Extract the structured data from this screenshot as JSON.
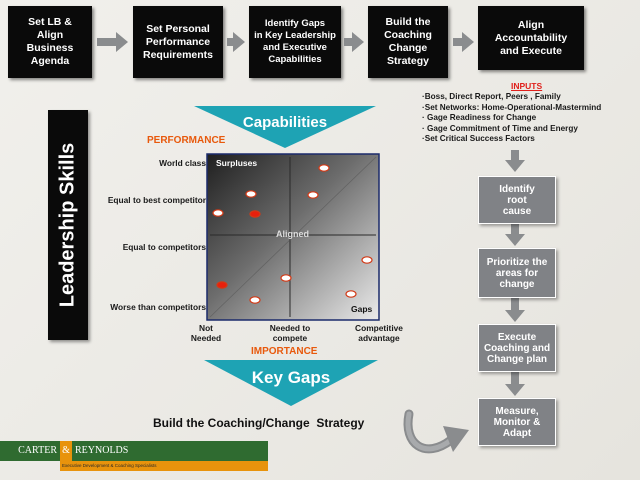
{
  "top_steps": [
    {
      "lines": [
        "Set LB &",
        "Align",
        "Business",
        "Agenda"
      ]
    },
    {
      "lines": [
        "Set Personal",
        "Performance",
        "Requirements"
      ]
    },
    {
      "lines": [
        "Identify Gaps",
        "in Key Leadership",
        "and Executive",
        "Capabilities"
      ]
    },
    {
      "lines": [
        "Build the",
        "Coaching",
        "Change",
        "Strategy"
      ]
    },
    {
      "lines": [
        "Align",
        "Accountability",
        "and Execute"
      ]
    }
  ],
  "inputs": {
    "title": "INPUTS",
    "items": [
      "·Boss, Direct Report,  Peers , Family",
      "·Set Networks: Home-Operational-Mastermind",
      "· Gage Readiness for Change",
      "· Gage Commitment of Time and Energy",
      "·Set Critical Success Factors"
    ]
  },
  "side_steps": [
    {
      "lines": [
        "Identify",
        "root",
        "cause"
      ]
    },
    {
      "lines": [
        "Prioritize the",
        "areas for",
        "change"
      ]
    },
    {
      "lines": [
        "Execute",
        "Coaching and",
        "Change plan"
      ]
    },
    {
      "lines": [
        "Measure,",
        "Monitor &",
        "Adapt"
      ]
    }
  ],
  "capabilities_label": "Capabilities",
  "key_gaps_label": "Key Gaps",
  "leadership_skills_label": "Leadership Skills",
  "performance_label": "PERFORMANCE",
  "importance_label": "IMPORTANCE",
  "y_levels": [
    "World class",
    "Equal to best competitor",
    "Equal to competitors",
    "Worse than competitors"
  ],
  "x_levels": [
    {
      "lines": [
        "Not",
        "Needed"
      ]
    },
    {
      "lines": [
        "Needed to",
        "compete"
      ]
    },
    {
      "lines": [
        "Competitive",
        "advantage"
      ]
    }
  ],
  "matrix": {
    "surpluses_label": "Surpluses",
    "aligned_label": "Aligned",
    "gaps_label": "Gaps",
    "white_color": "#ffffff",
    "red_color": "#e8200c"
  },
  "build_strategy": "Build the Coaching/Change  Strategy",
  "logo": {
    "name_part1": "CARTER",
    "ampersand": "&",
    "name_part2": "REYNOLDS",
    "tagline": "Executive Development & Coaching Specialists"
  },
  "colors": {
    "teal": "#1ea3b4",
    "top_box": "#0a0a0a",
    "side_box": "#808286",
    "arrow_gray": "#8a8c8e",
    "accent_orange": "#e8590c",
    "inputs_red": "#e0201b",
    "logo_green": "#2f6b30",
    "logo_orange": "#e8930c"
  }
}
